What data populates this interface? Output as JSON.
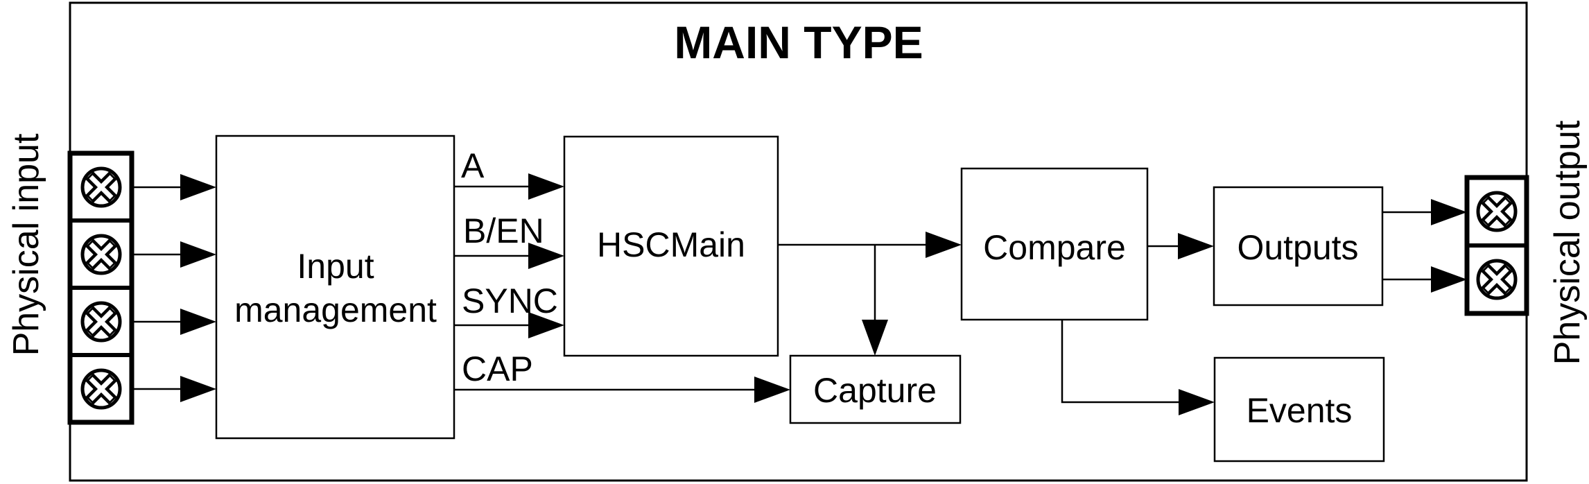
{
  "diagram": {
    "title": "MAIN TYPE",
    "side_labels": {
      "left": "Physical input",
      "right": "Physical output"
    },
    "blocks": {
      "input_management": {
        "line1": "Input",
        "line2": "management"
      },
      "hscmain": {
        "label": "HSCMain"
      },
      "capture": {
        "label": "Capture"
      },
      "compare": {
        "label": "Compare"
      },
      "outputs": {
        "label": "Outputs"
      },
      "events": {
        "label": "Events"
      }
    },
    "signal_labels": {
      "a": "A",
      "b_en": "B/EN",
      "sync": "SYNC",
      "cap": "CAP"
    },
    "terminals": {
      "left_count": "4",
      "right_count": "2"
    },
    "colors": {
      "stroke": "#000000",
      "background": "#ffffff"
    }
  }
}
